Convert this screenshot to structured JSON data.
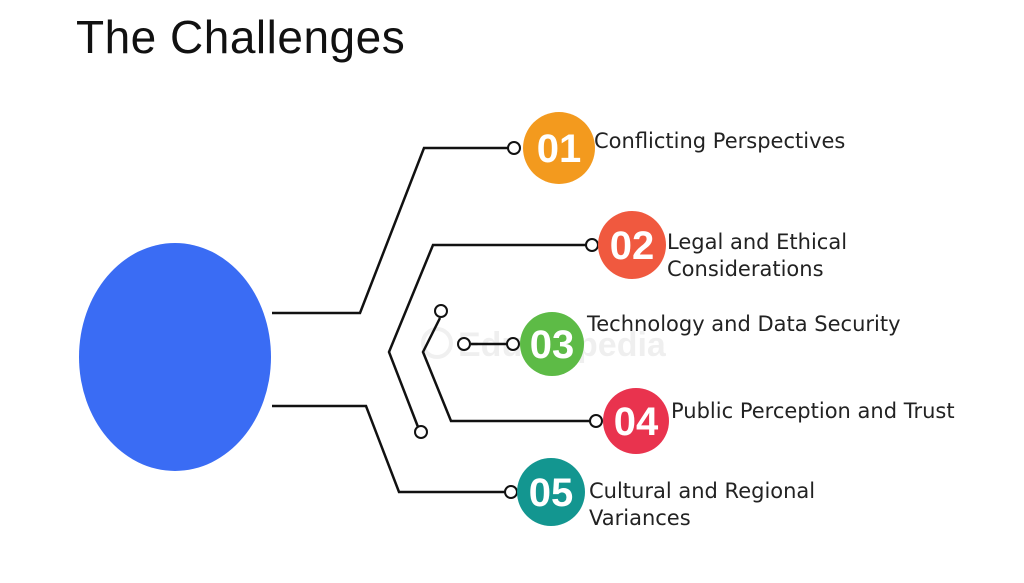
{
  "title": "The Challenges",
  "colors": {
    "hub": "#3A6CF4",
    "connector": "#111111"
  },
  "items": [
    {
      "number": "01",
      "lines": [
        "Conflicting Perspectives"
      ],
      "color": "#F39A1E"
    },
    {
      "number": "02",
      "lines": [
        "Legal and Ethical",
        "Considerations"
      ],
      "color": "#F0593F"
    },
    {
      "number": "03",
      "lines": [
        "Technology and Data Security"
      ],
      "color": "#5DBB46"
    },
    {
      "number": "04",
      "lines": [
        "Public Perception and Trust"
      ],
      "color": "#E9334E"
    },
    {
      "number": "05",
      "lines": [
        "Cultural and Regional",
        "Variances"
      ],
      "color": "#139690"
    }
  ]
}
